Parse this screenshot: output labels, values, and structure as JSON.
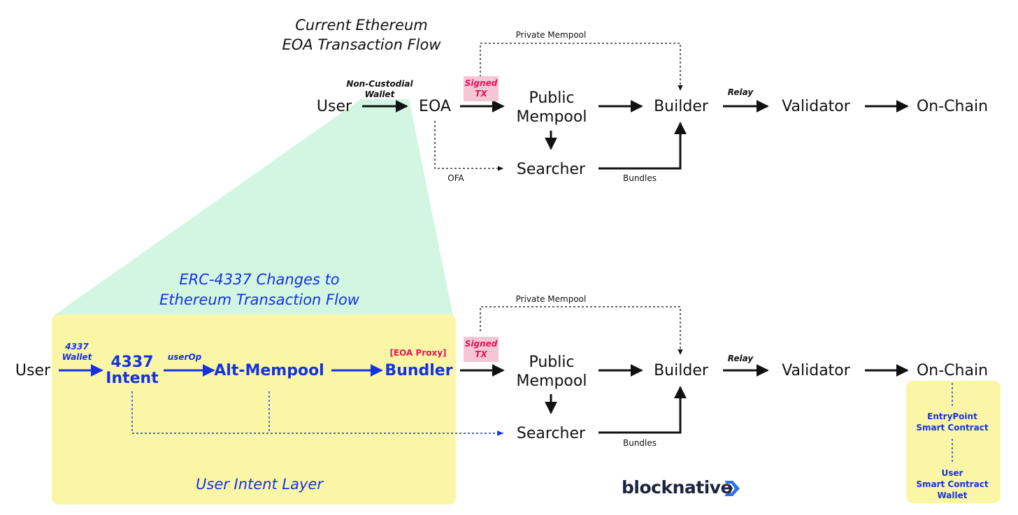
{
  "top_flow": {
    "title_line1": "Current Ethereum",
    "title_line2": "EOA Transaction Flow",
    "nodes": {
      "user": "User",
      "eoa": "EOA",
      "public_mempool_line1": "Public",
      "public_mempool_line2": "Mempool",
      "searcher": "Searcher",
      "builder": "Builder",
      "validator": "Validator",
      "on_chain": "On-Chain"
    },
    "edge_labels": {
      "wallet_line1": "Non-Custodial",
      "wallet_line2": "Wallet",
      "private_mempool": "Private Mempool",
      "ofa": "OFA",
      "bundles": "Bundles",
      "relay": "Relay"
    },
    "signed_tx_line1": "Signed",
    "signed_tx_line2": "TX"
  },
  "bottom_flow": {
    "title_line1": "ERC-4337 Changes to",
    "title_line2": "Ethereum Transaction Flow",
    "layer_label": "User Intent Layer",
    "nodes": {
      "user": "User",
      "intent_line1": "4337",
      "intent_line2": "Intent",
      "alt_mempool": "Alt-Mempool",
      "bundler": "Bundler",
      "public_mempool_line1": "Public",
      "public_mempool_line2": "Mempool",
      "searcher": "Searcher",
      "builder": "Builder",
      "validator": "Validator",
      "on_chain": "On-Chain"
    },
    "edge_labels": {
      "wallet_line1": "4337",
      "wallet_line2": "Wallet",
      "user_op": "userOp",
      "eoa_proxy": "[EOA Proxy]",
      "private_mempool": "Private Mempool",
      "bundles": "Bundles",
      "relay": "Relay"
    },
    "signed_tx_line1": "Signed",
    "signed_tx_line2": "TX",
    "on_chain_detail": {
      "entrypoint_line1": "EntryPoint",
      "entrypoint_line2": "Smart Contract",
      "wallet_line1": "User",
      "wallet_line2": "Smart Contract",
      "wallet_line3": "Wallet"
    }
  },
  "logo_text": "blocknative",
  "colors": {
    "intent_layer_fill": "#fbf6a6",
    "projection_fill": "#d2f6e2",
    "blue": "#1432e0",
    "signed_badge_bg": "#f7c6d4",
    "signed_badge_text": "#e0145a",
    "on_chain_panel": "#fbf6a6"
  }
}
